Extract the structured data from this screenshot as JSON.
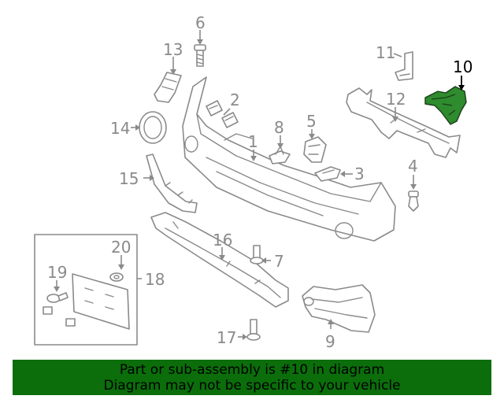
{
  "callouts": {
    "c1": "1",
    "c2": "2",
    "c3": "3",
    "c4": "4",
    "c5": "5",
    "c6": "6",
    "c7": "7",
    "c8": "8",
    "c9": "9",
    "c10": "10",
    "c11": "11",
    "c12": "12",
    "c13": "13",
    "c14": "14",
    "c15": "15",
    "c16": "16",
    "c17": "17",
    "c18": "18",
    "c19": "19",
    "c20": "20"
  },
  "highlighted_part": "10",
  "banner": {
    "line1": "Part or sub-assembly is #10 in diagram",
    "line2": "Diagram may not be specific to your vehicle"
  },
  "colors": {
    "highlight": "#2e8b2e",
    "banner_background": "#0b6e0b",
    "line_art": "#8a8a8a"
  }
}
